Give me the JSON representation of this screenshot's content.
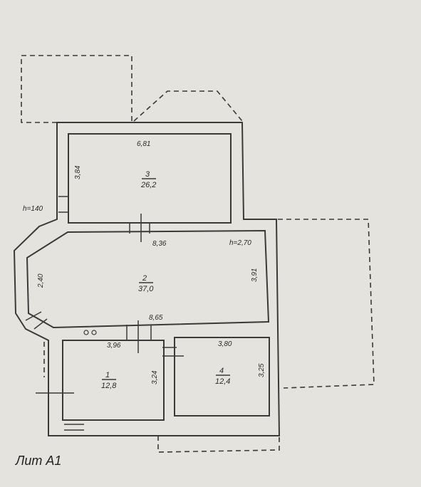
{
  "plan_label": "Лит А1",
  "rooms": [
    {
      "number": "3",
      "area": "26,2",
      "width_dim": "6,81",
      "height_dim": "3,84"
    },
    {
      "number": "2",
      "area": "37,0",
      "width_dim": "8,36",
      "height_dim_left": "2,40",
      "height_dim_right": "3,91",
      "bottom_dim": "8,65"
    },
    {
      "number": "1",
      "area": "12,8",
      "width_dim": "3,96",
      "height_dim": "3,24"
    },
    {
      "number": "4",
      "area": "12,4",
      "width_dim": "3,80",
      "height_dim": "3,25"
    }
  ],
  "ceiling_height": "h=2,70",
  "exterior_height": "h=140"
}
